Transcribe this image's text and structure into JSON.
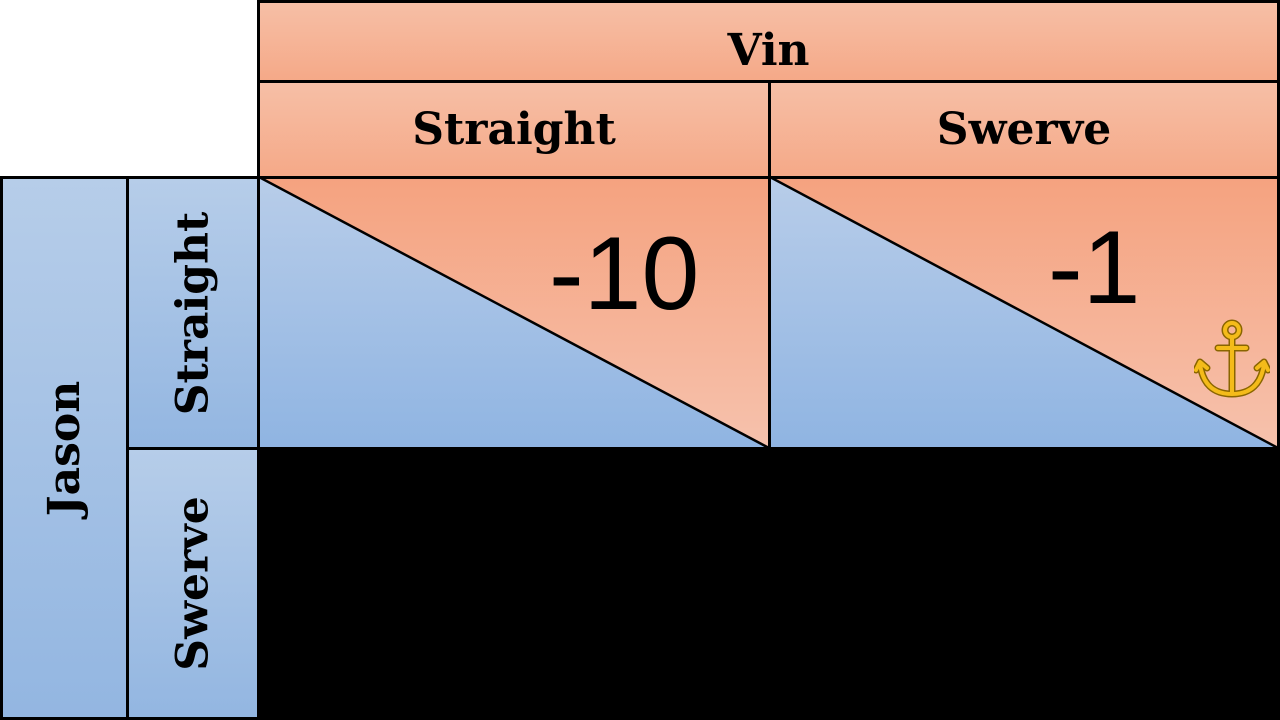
{
  "column_player": {
    "name": "Vin",
    "strategies": [
      "Straight",
      "Swerve"
    ]
  },
  "row_player": {
    "name": "Jason",
    "strategies": [
      "Straight",
      "Swerve"
    ]
  },
  "payoffs": {
    "straight_straight": {
      "column_payoff": "-10"
    },
    "straight_swerve": {
      "column_payoff": "-1",
      "marker_icon": "anchor-icon"
    }
  },
  "colors": {
    "column_player": "#f5a988",
    "row_player": "#93b6e1",
    "marker": "#f2b71c",
    "hidden_region": "#000000"
  }
}
